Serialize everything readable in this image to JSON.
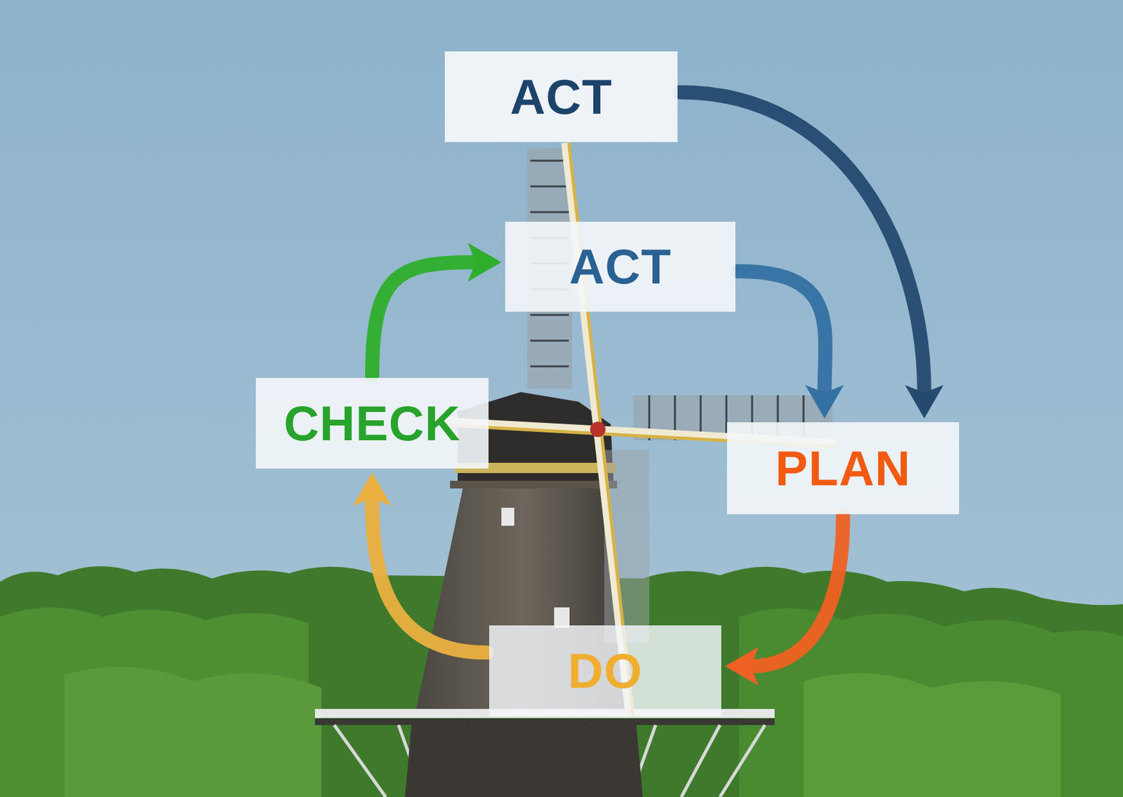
{
  "diagram": {
    "nodes": [
      {
        "text": [
          "ACT"
        ]
      },
      {
        "text": [
          "ACT"
        ]
      },
      {
        "text": [
          "CHECK"
        ]
      },
      {
        "text": [
          "PLAN"
        ]
      },
      {
        "text": [
          "DO"
        ]
      }
    ],
    "edges": [
      {
        "from": 0,
        "to": 3,
        "arrow": "to"
      },
      {
        "from": 1,
        "to": 3,
        "arrow": "to"
      },
      {
        "from": 3,
        "to": 4,
        "arrow": "to"
      },
      {
        "from": 4,
        "to": 2,
        "arrow": "to"
      },
      {
        "from": 2,
        "to": 1,
        "arrow": "to"
      }
    ]
  }
}
